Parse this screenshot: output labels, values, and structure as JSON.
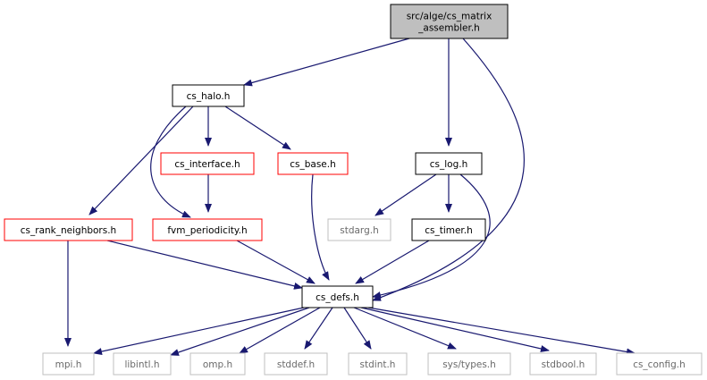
{
  "diagram": {
    "colors": {
      "edge": "#191970",
      "highlight_fill": "#bfbfbf",
      "border_black": "#000000",
      "border_red": "#ff0000",
      "border_gray": "#bfbfbf"
    },
    "nodes": [
      {
        "id": "root",
        "lines": [
          "src/alge/cs_matrix",
          "_assembler.h"
        ],
        "style": "highlight"
      },
      {
        "id": "halo",
        "lines": [
          "cs_halo.h"
        ],
        "style": "black"
      },
      {
        "id": "interface",
        "lines": [
          "cs_interface.h"
        ],
        "style": "red"
      },
      {
        "id": "base",
        "lines": [
          "cs_base.h"
        ],
        "style": "red"
      },
      {
        "id": "log",
        "lines": [
          "cs_log.h"
        ],
        "style": "black"
      },
      {
        "id": "rank",
        "lines": [
          "cs_rank_neighbors.h"
        ],
        "style": "red"
      },
      {
        "id": "period",
        "lines": [
          "fvm_periodicity.h"
        ],
        "style": "red"
      },
      {
        "id": "stdarg",
        "lines": [
          "stdarg.h"
        ],
        "style": "gray"
      },
      {
        "id": "timer",
        "lines": [
          "cs_timer.h"
        ],
        "style": "black"
      },
      {
        "id": "defs",
        "lines": [
          "cs_defs.h"
        ],
        "style": "black"
      },
      {
        "id": "mpi",
        "lines": [
          "mpi.h"
        ],
        "style": "gray"
      },
      {
        "id": "libintl",
        "lines": [
          "libintl.h"
        ],
        "style": "gray"
      },
      {
        "id": "omp",
        "lines": [
          "omp.h"
        ],
        "style": "gray"
      },
      {
        "id": "stddef",
        "lines": [
          "stddef.h"
        ],
        "style": "gray"
      },
      {
        "id": "stdint",
        "lines": [
          "stdint.h"
        ],
        "style": "gray"
      },
      {
        "id": "systypes",
        "lines": [
          "sys/types.h"
        ],
        "style": "gray"
      },
      {
        "id": "stdbool",
        "lines": [
          "stdbool.h"
        ],
        "style": "gray"
      },
      {
        "id": "config",
        "lines": [
          "cs_config.h"
        ],
        "style": "gray"
      }
    ],
    "edges": [
      {
        "from": "root",
        "to": "halo"
      },
      {
        "from": "root",
        "to": "log"
      },
      {
        "from": "root",
        "to": "defs"
      },
      {
        "from": "halo",
        "to": "interface"
      },
      {
        "from": "halo",
        "to": "base"
      },
      {
        "from": "halo",
        "to": "rank"
      },
      {
        "from": "halo",
        "to": "period"
      },
      {
        "from": "interface",
        "to": "period"
      },
      {
        "from": "base",
        "to": "defs"
      },
      {
        "from": "log",
        "to": "stdarg"
      },
      {
        "from": "log",
        "to": "timer"
      },
      {
        "from": "log",
        "to": "defs"
      },
      {
        "from": "rank",
        "to": "mpi"
      },
      {
        "from": "rank",
        "to": "defs"
      },
      {
        "from": "period",
        "to": "defs"
      },
      {
        "from": "timer",
        "to": "defs"
      },
      {
        "from": "defs",
        "to": "mpi"
      },
      {
        "from": "defs",
        "to": "libintl"
      },
      {
        "from": "defs",
        "to": "omp"
      },
      {
        "from": "defs",
        "to": "stddef"
      },
      {
        "from": "defs",
        "to": "stdint"
      },
      {
        "from": "defs",
        "to": "systypes"
      },
      {
        "from": "defs",
        "to": "stdbool"
      },
      {
        "from": "defs",
        "to": "config"
      }
    ]
  }
}
